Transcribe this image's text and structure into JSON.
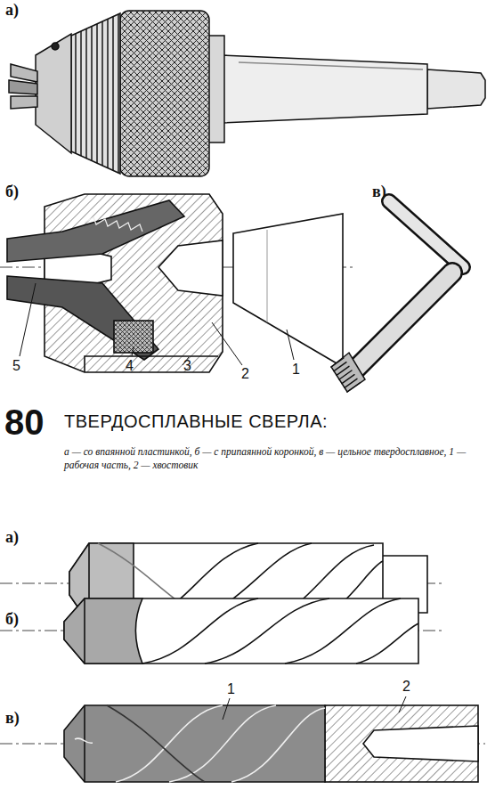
{
  "diagram": {
    "title": "ТВЕРДОСПЛАВНЫЕ СВЕРЛА:",
    "caption": "а — со впаянной пластинкой, б — с припаянной коронкой, в — цельное твердосплавное, 1 — рабочая часть, 2 — хвостовик",
    "labels": [
      "а)",
      "б)",
      "в)",
      "5",
      "4",
      "3",
      "2",
      "1",
      "80",
      "а)",
      "б)",
      "в)",
      "1",
      "2"
    ]
  }
}
